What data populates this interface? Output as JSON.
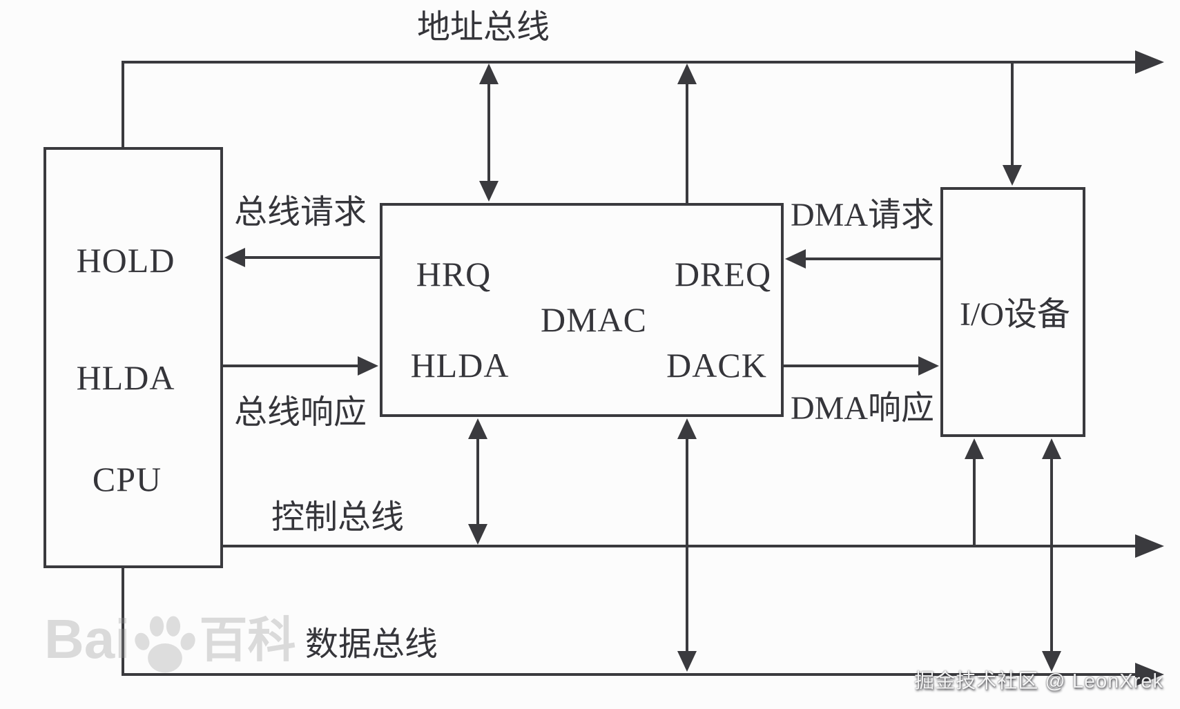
{
  "colors": {
    "line": "#3a3a3e",
    "text": "#35353a",
    "background": "#fcfcfc"
  },
  "buses": {
    "address": {
      "label": "地址总线"
    },
    "control": {
      "label": "控制总线"
    },
    "data": {
      "label": "数据总线"
    }
  },
  "blocks": {
    "cpu": {
      "signal_top": "HOLD",
      "signal_mid": "HLDA",
      "name": "CPU"
    },
    "dmac": {
      "pin_top_left": "HRQ",
      "pin_top_right": "DREQ",
      "name": "DMAC",
      "pin_bottom_left": "HLDA",
      "pin_bottom_right": "DACK"
    },
    "io": {
      "name": "I/O设备"
    }
  },
  "signals": {
    "bus_request": "总线请求",
    "bus_response": "总线响应",
    "dma_request": "DMA请求",
    "dma_response": "DMA响应"
  },
  "watermarks": {
    "baidu_prefix": "Bai",
    "baidu_suffix": "百科",
    "juejin": "掘金技术社区 @ LeonXrek"
  }
}
